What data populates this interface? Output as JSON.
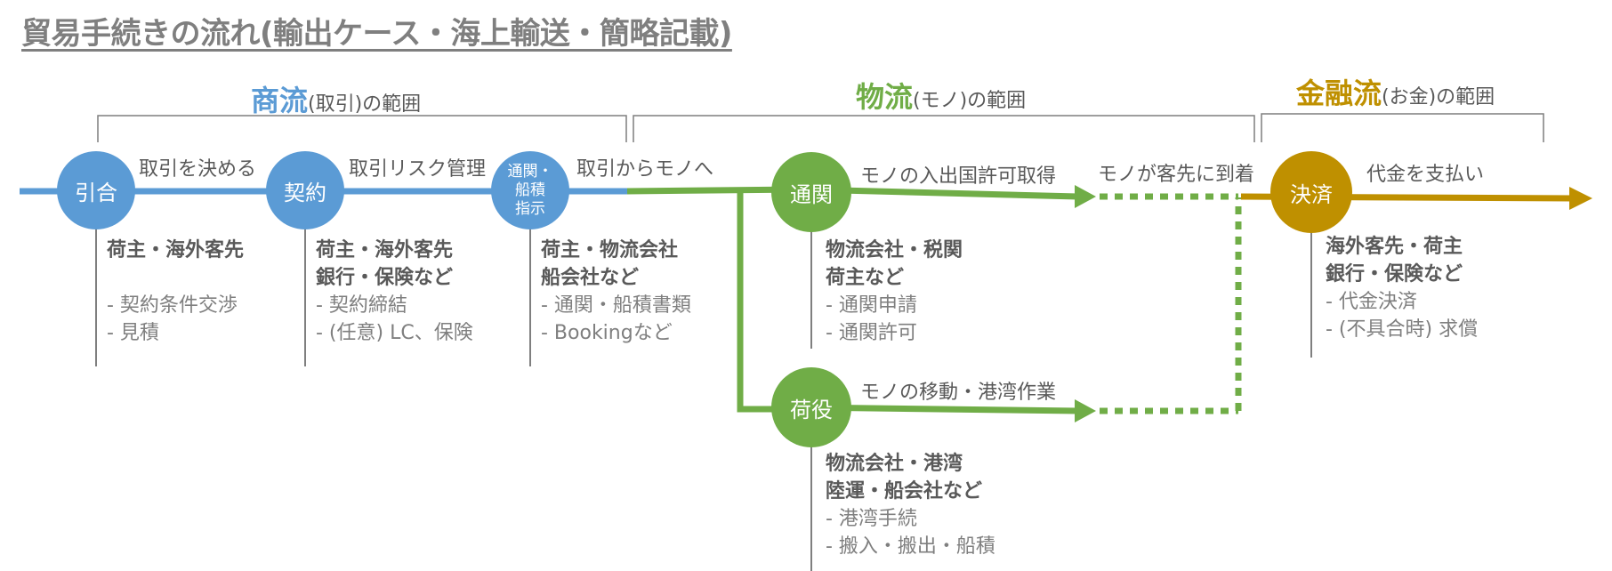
{
  "title": "貿易手続きの流れ(輸出ケース・海上輸送・簡略記載)",
  "sections": {
    "commerce": {
      "big": "商流",
      "small": "(取引)の範囲"
    },
    "logistics": {
      "big": "物流",
      "small": "(モノ)の範囲"
    },
    "finance": {
      "big": "金融流",
      "small": "(お金)の範囲"
    }
  },
  "nodes": {
    "hikiai": "引合",
    "keiyaku": "契約",
    "tsukan_shiji": [
      "通関・",
      "船積",
      "指示"
    ],
    "tsukan": "通関",
    "niyaku": "荷役",
    "kessai": "決済"
  },
  "arrow_labels": {
    "torihiki_kimeru": "取引を決める",
    "risk_kanri": "取引リスク管理",
    "mono_he": "取引からモノへ",
    "nyushutsu": "モノの入出国許可取得",
    "tochaku": "モノが客先に到着",
    "idou": "モノの移動・港湾作業",
    "shiharai": "代金を支払い"
  },
  "info": {
    "hikiai": {
      "actors": [
        "荷主・海外客先"
      ],
      "items": [
        "- 契約条件交渉",
        "- 見積"
      ]
    },
    "keiyaku": {
      "actors": [
        "荷主・海外客先",
        "銀行・保険など"
      ],
      "items": [
        "- 契約締結",
        "- (任意) LC、保険"
      ]
    },
    "shiji": {
      "actors": [
        "荷主・物流会社",
        "船会社など"
      ],
      "items": [
        "- 通関・船積書類",
        "- Bookingなど"
      ]
    },
    "tsukan": {
      "actors": [
        "物流会社・税関",
        "荷主など"
      ],
      "items": [
        "- 通関申請",
        "- 通関許可"
      ]
    },
    "niyaku": {
      "actors": [
        "物流会社・港湾",
        "陸運・船会社など"
      ],
      "items": [
        "- 港湾手続",
        "- 搬入・搬出・船積"
      ]
    },
    "kessai": {
      "actors": [
        "海外客先・荷主",
        "銀行・保険など"
      ],
      "items": [
        "- 代金決済",
        "- (不具合時) 求償"
      ]
    }
  },
  "colors": {
    "commerce": "#5b9bd5",
    "logistics": "#70ad47",
    "finance": "#bf9000",
    "text": "#595959",
    "subtext": "#7f7f7f"
  }
}
